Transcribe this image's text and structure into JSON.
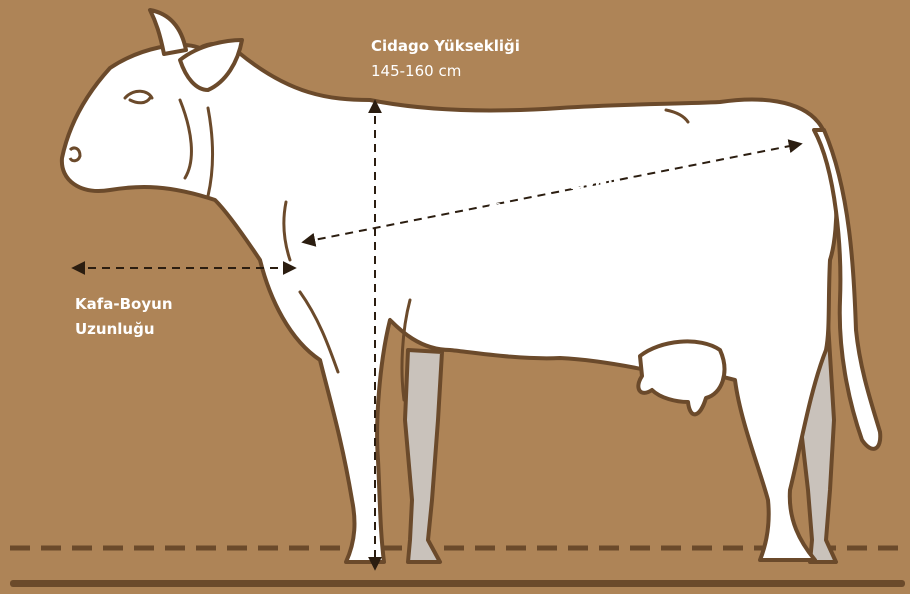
{
  "colors": {
    "background": "#ae8457",
    "body_fill": "#ffffff",
    "outline": "#6b4a2b",
    "far_legs": "#c9c2bb",
    "text": "#ffffff",
    "arrow": "#2b1d10"
  },
  "measurements": {
    "height": {
      "title": "Cidago Yüksekliği",
      "value": "145-160 cm"
    },
    "body_length": {
      "title": "Omuzbaşı-Kuyrukaltı",
      "value": "170-180 cm"
    },
    "head_neck": {
      "title_line1": "Kafa-Boyun",
      "title_line2": "Uzunluğu"
    }
  }
}
